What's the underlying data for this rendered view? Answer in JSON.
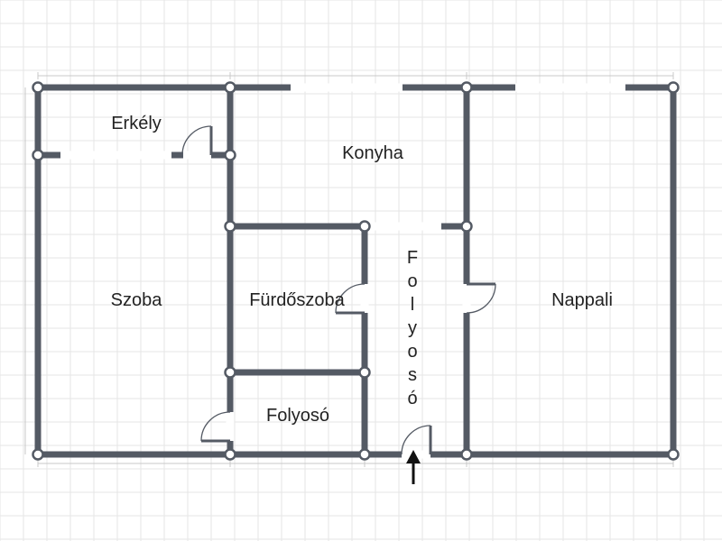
{
  "rooms": {
    "erkely": "Erkély",
    "konyha": "Konyha",
    "szoba": "Szoba",
    "furdoszoba": "Fürdőszoba",
    "folyoso": "Folyosó",
    "nappali": "Nappali",
    "folyoso_vertical": [
      "F",
      "o",
      "l",
      "y",
      "o",
      "s",
      "ó"
    ]
  },
  "colors": {
    "wall": "#545a64",
    "grid": "#e6e6e6",
    "background": "#ffffff"
  }
}
